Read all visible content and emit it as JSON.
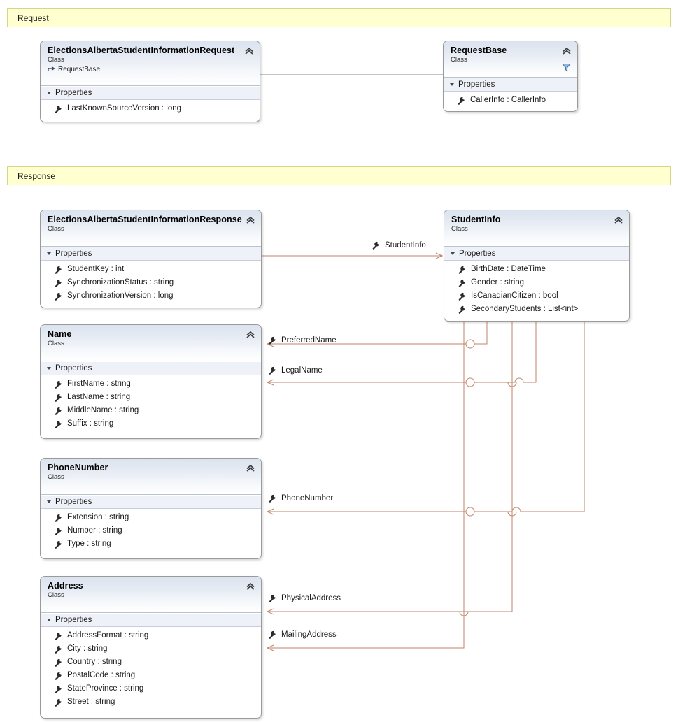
{
  "diagram": {
    "type": "uml-class-diagram",
    "accent_connector_color": "#c0866a",
    "inheritance_connector_color": "#8a8a8a",
    "comment_band_fill": "#ffffd0",
    "comment_band_border": "#d6d68a",
    "class_header_gradient_top": "#dbe3ef",
    "class_border": "#9a9a9a"
  },
  "bands": [
    {
      "label": "Request"
    },
    {
      "label": "Response"
    }
  ],
  "classes": {
    "request": {
      "name": "ElectionsAlbertaStudentInformationRequest",
      "kind": "Class",
      "base": "RequestBase",
      "section": "Properties",
      "members": [
        "LastKnownSourceVersion : long"
      ]
    },
    "request_base": {
      "name": "RequestBase",
      "kind": "Class",
      "section": "Properties",
      "members": [
        "CallerInfo : CallerInfo"
      ]
    },
    "response": {
      "name": "ElectionsAlbertaStudentInformationResponse",
      "kind": "Class",
      "section": "Properties",
      "members": [
        "StudentKey : int",
        "SynchronizationStatus : string",
        "SynchronizationVersion : long"
      ]
    },
    "student_info": {
      "name": "StudentInfo",
      "kind": "Class",
      "section": "Properties",
      "members": [
        "BirthDate : DateTime",
        "Gender : string",
        "IsCanadianCitizen : bool",
        "SecondaryStudents : List<int>"
      ]
    },
    "name": {
      "name": "Name",
      "kind": "Class",
      "section": "Properties",
      "members": [
        "FirstName : string",
        "LastName : string",
        "MiddleName : string",
        "Suffix : string"
      ]
    },
    "phone_number": {
      "name": "PhoneNumber",
      "kind": "Class",
      "section": "Properties",
      "members": [
        "Extension : string",
        "Number : string",
        "Type : string"
      ]
    },
    "address": {
      "name": "Address",
      "kind": "Class",
      "section": "Properties",
      "members": [
        "AddressFormat : string",
        "City : string",
        "Country : string",
        "PostalCode : string",
        "StateProvince : string",
        "Street : string"
      ]
    }
  },
  "associations": [
    {
      "label": "StudentInfo",
      "from": "response",
      "to": "student_info"
    },
    {
      "label": "PreferredName",
      "from": "student_info",
      "to": "name"
    },
    {
      "label": "LegalName",
      "from": "student_info",
      "to": "name"
    },
    {
      "label": "PhoneNumber",
      "from": "student_info",
      "to": "phone_number"
    },
    {
      "label": "PhysicalAddress",
      "from": "student_info",
      "to": "address"
    },
    {
      "label": "MailingAddress",
      "from": "student_info",
      "to": "address"
    }
  ],
  "inheritance": [
    {
      "from": "request",
      "to": "request_base"
    }
  ]
}
